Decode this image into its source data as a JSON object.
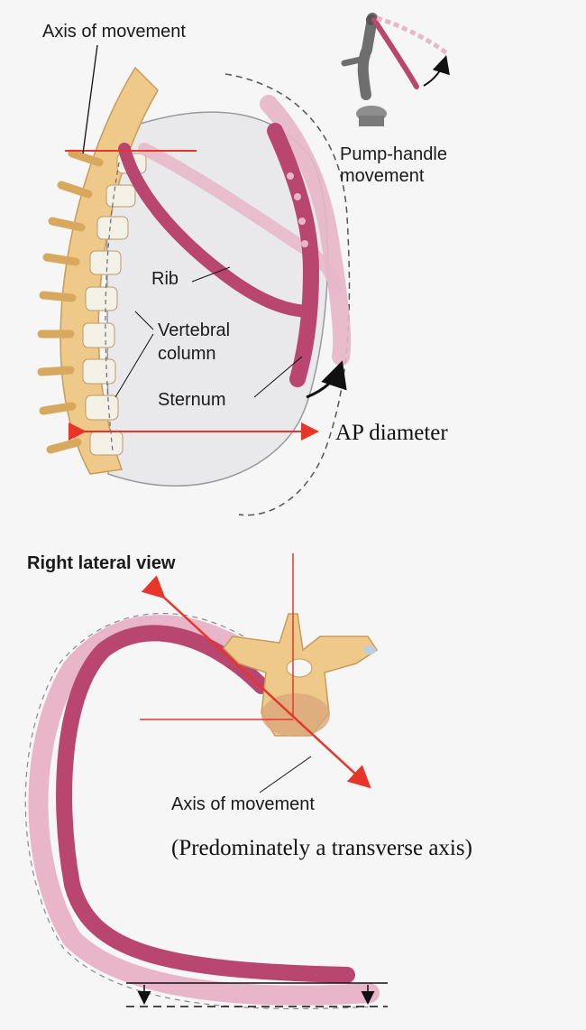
{
  "top_figure": {
    "axis_label": "Axis of movement",
    "pump_label_line1": "Pump-handle",
    "pump_label_line2": "movement",
    "rib_label": "Rib",
    "vertebral_line1": "Vertebral",
    "vertebral_line2": "column",
    "sternum_label": "Sternum",
    "ap_label": "AP diameter",
    "view_label": "Right lateral view"
  },
  "bottom_figure": {
    "axis_label": "Axis of movement",
    "note": "(Predominately a transverse axis)"
  },
  "colors": {
    "rib": "#b8466e",
    "rib_ghost": "#e8b6c8",
    "bone": "#efc98a",
    "annotation": "#e8352a",
    "thorax_fill": "#e9e9ec"
  }
}
